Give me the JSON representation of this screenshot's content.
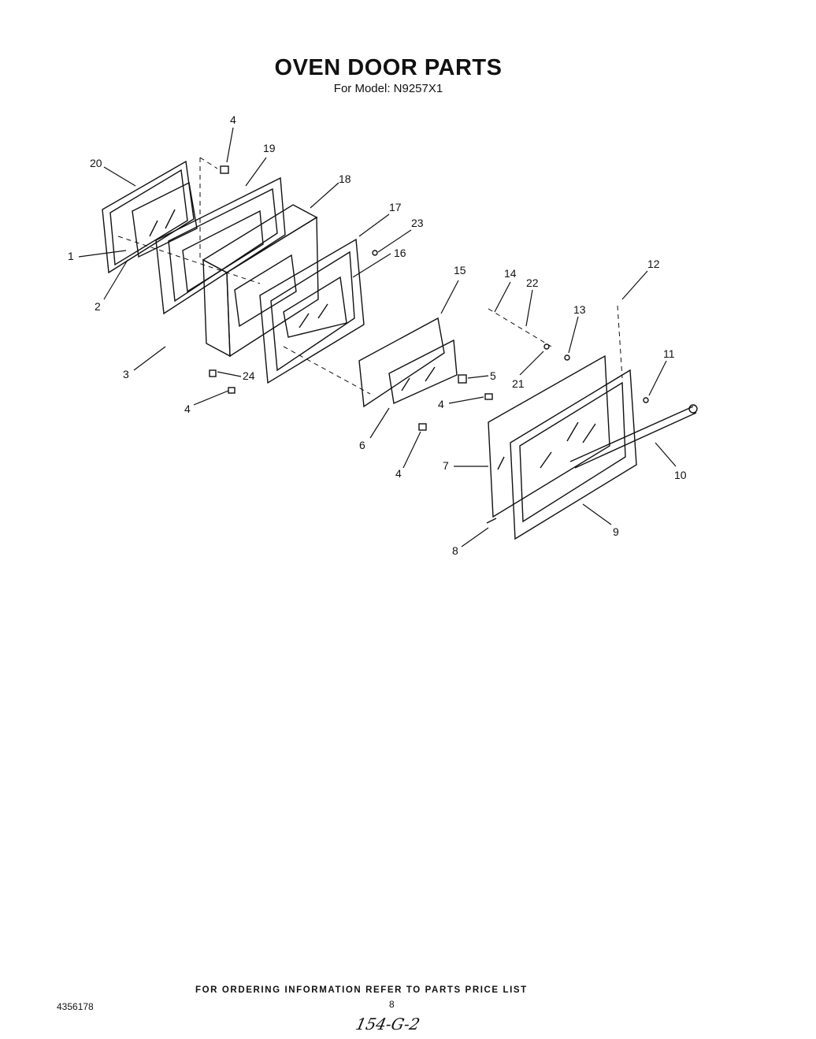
{
  "header": {
    "title": "OVEN DOOR PARTS",
    "subtitle": "For Model: N9257X1"
  },
  "callouts": [
    {
      "label": "4"
    },
    {
      "label": "19"
    },
    {
      "label": "20"
    },
    {
      "label": "18"
    },
    {
      "label": "17"
    },
    {
      "label": "23"
    },
    {
      "label": "16"
    },
    {
      "label": "1"
    },
    {
      "label": "2"
    },
    {
      "label": "3"
    },
    {
      "label": "24"
    },
    {
      "label": "4"
    },
    {
      "label": "15"
    },
    {
      "label": "14"
    },
    {
      "label": "22"
    },
    {
      "label": "12"
    },
    {
      "label": "13"
    },
    {
      "label": "11"
    },
    {
      "label": "21"
    },
    {
      "label": "5"
    },
    {
      "label": "4"
    },
    {
      "label": "6"
    },
    {
      "label": "4"
    },
    {
      "label": "7"
    },
    {
      "label": "10"
    },
    {
      "label": "8"
    },
    {
      "label": "9"
    }
  ],
  "footer": {
    "note": "FOR ORDERING INFORMATION REFER TO PARTS PRICE LIST",
    "doc_number": "4356178",
    "page_number": "8",
    "handwritten": "154-G-2"
  }
}
